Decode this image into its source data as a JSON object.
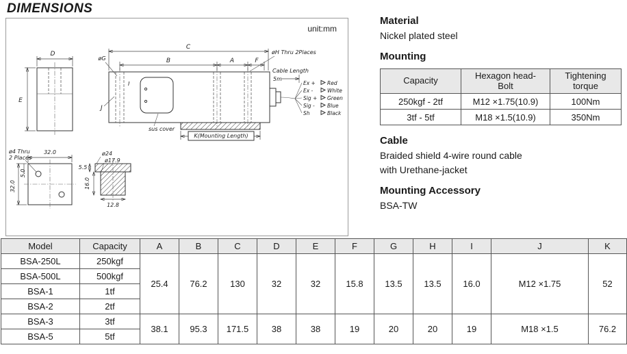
{
  "page": {
    "title": "DIMENSIONS",
    "unit_label": "unit:mm"
  },
  "drawing": {
    "dims": {
      "D": "D",
      "E": "E",
      "C": "C",
      "B": "B",
      "A": "A",
      "F": "F",
      "I": "I",
      "J": "J",
      "phi_g": "øG",
      "phi_h": "øH Thru 2Places",
      "cable_length": "Cable Length",
      "cable_length_value": "5m",
      "sus_cover": "sus cover",
      "mounting_length": "K(Mounting Length)",
      "phi4_line1": "ø4 Thru",
      "phi4_line2": "2 Places",
      "plate_width": "32.0",
      "plate_height": "32.0",
      "hole_offset": "5.0",
      "phi24": "ø24",
      "phi179": "ø17.9",
      "flange_height": "5.5",
      "body_height": "16.0",
      "body_width": "12.8"
    },
    "wires": [
      {
        "signal": "Ex +",
        "color": "Red"
      },
      {
        "signal": "Ex -",
        "color": "White"
      },
      {
        "signal": "Sig +",
        "color": "Green"
      },
      {
        "signal": "Sig -",
        "color": "Blue"
      },
      {
        "signal": "Sh",
        "color": "Black"
      }
    ]
  },
  "info": {
    "material": {
      "heading": "Material",
      "value": "Nickel plated steel"
    },
    "mounting": {
      "heading": "Mounting",
      "table": {
        "headers": [
          "Capacity",
          "Hexagon head-Bolt",
          "Tightening torque"
        ],
        "rows": [
          [
            "250kgf - 2tf",
            "M12 ×1.75(10.9)",
            "100Nm"
          ],
          [
            "3tf - 5tf",
            "M18 ×1.5(10.9)",
            "350Nm"
          ]
        ]
      }
    },
    "cable": {
      "heading": "Cable",
      "line1": "Braided shield 4-wire round cable",
      "line2": "with Urethane-jacket"
    },
    "accessory": {
      "heading": "Mounting Accessory",
      "value": "BSA-TW"
    }
  },
  "dim_table": {
    "headers": [
      "Model",
      "Capacity",
      "A",
      "B",
      "C",
      "D",
      "E",
      "F",
      "G",
      "H",
      "I",
      "J",
      "K"
    ],
    "rows": [
      {
        "model": "BSA-250L",
        "capacity": "250kgf"
      },
      {
        "model": "BSA-500L",
        "capacity": "500kgf"
      },
      {
        "model": "BSA-1",
        "capacity": "1tf"
      },
      {
        "model": "BSA-2",
        "capacity": "2tf"
      },
      {
        "model": "BSA-3",
        "capacity": "3tf"
      },
      {
        "model": "BSA-5",
        "capacity": "5tf"
      }
    ],
    "groups": [
      {
        "A": "25.4",
        "B": "76.2",
        "C": "130",
        "D": "32",
        "E": "32",
        "F": "15.8",
        "G": "13.5",
        "H": "13.5",
        "I": "16.0",
        "J": "M12 ×1.75",
        "K": "52"
      },
      {
        "A": "38.1",
        "B": "95.3",
        "C": "171.5",
        "D": "38",
        "E": "38",
        "F": "19",
        "G": "20",
        "H": "20",
        "I": "19",
        "J": "M18 ×1.5",
        "K": "76.2"
      }
    ]
  }
}
